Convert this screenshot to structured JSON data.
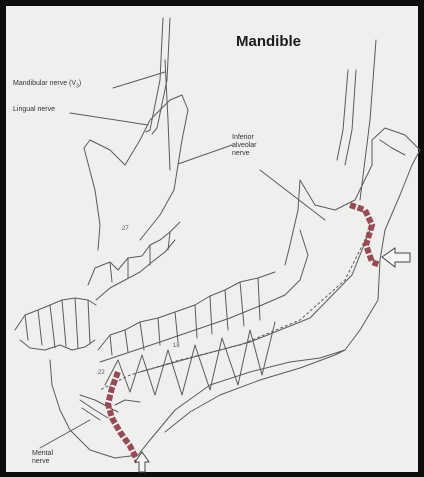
{
  "title": "Mandible",
  "labels": {
    "mandibular_nerve": "Mandibular nerve (V",
    "mandibular_nerve_sub": "3",
    "mandibular_nerve_end": ")",
    "lingual_nerve": "Lingual nerve",
    "inferior_alveolar_line1": "Inferior",
    "inferior_alveolar_line2": "alveolar",
    "inferior_alveolar_line3": "nerve",
    "mental_line1": "Mental",
    "mental_line2": "nerve"
  },
  "tooth_numbers": [
    "27",
    "18",
    "22"
  ],
  "colors": {
    "paper": "#eef0ee",
    "ink": "#5a5a5a",
    "highlight_path": "#9a4a55",
    "frame": "#0d0d0d"
  },
  "icons": {
    "arrow_right": "hollow-arrow-left-pointing-icon",
    "arrow_bottom": "hollow-arrow-up-pointing-icon"
  }
}
